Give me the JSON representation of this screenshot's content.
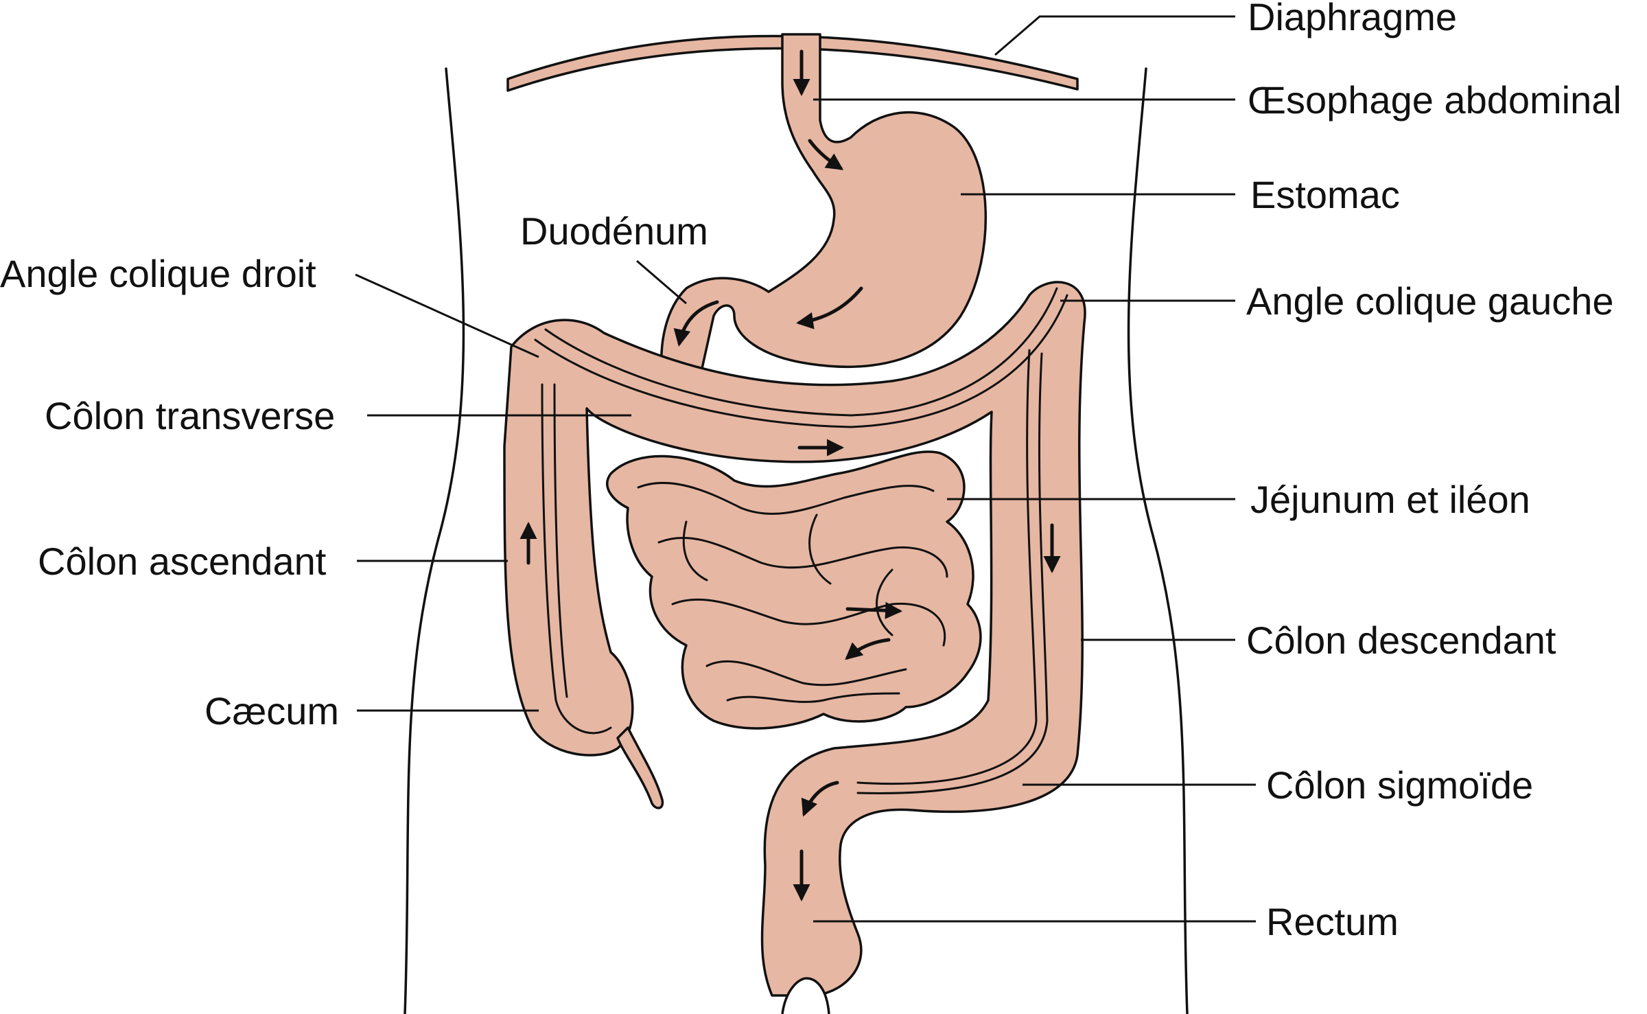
{
  "colors": {
    "organ_fill": "#E6B7A3",
    "line": "#111111",
    "background": "#FFFFFF"
  },
  "labels": {
    "diaphragme": "Diaphragme",
    "oesophage": "Œsophage abdominal",
    "estomac": "Estomac",
    "duodenum": "Duodénum",
    "angle_droit": "Angle colique droit",
    "angle_gauche": "Angle colique gauche",
    "colon_transverse": "Côlon transverse",
    "jejunum": "Jéjunum et iléon",
    "colon_ascendant": "Côlon ascendant",
    "colon_descendant": "Côlon descendant",
    "caecum": "Cæcum",
    "colon_sigmoide": "Côlon sigmoïde",
    "rectum": "Rectum"
  }
}
